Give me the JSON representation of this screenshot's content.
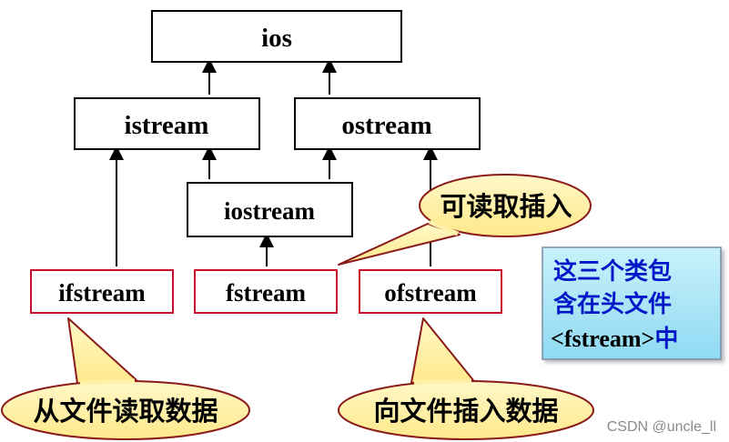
{
  "classes": {
    "ios": "ios",
    "istream": "istream",
    "ostream": "ostream",
    "iostream": "iostream",
    "ifstream": "ifstream",
    "fstream": "fstream",
    "ofstream": "ofstream"
  },
  "callouts": {
    "read_insert": "可读取插入",
    "read_from_file": "从文件读取数据",
    "insert_into_file": "向文件插入数据"
  },
  "note": {
    "line1": "这三个类包",
    "line2": "含在头文件",
    "line3_code": "<fstream>",
    "line3_suffix": "中"
  },
  "watermark": "CSDN @uncle_ll",
  "colors": {
    "base_box_border": "#000000",
    "file_box_border": "#c8102e",
    "callout_fill": "#fff2a8",
    "callout_border": "#8b1a1a",
    "note_fill": "#a6e4f7",
    "note_border": "#7a8fa6",
    "note_text": "#0018c8",
    "arrow": "#000000"
  }
}
